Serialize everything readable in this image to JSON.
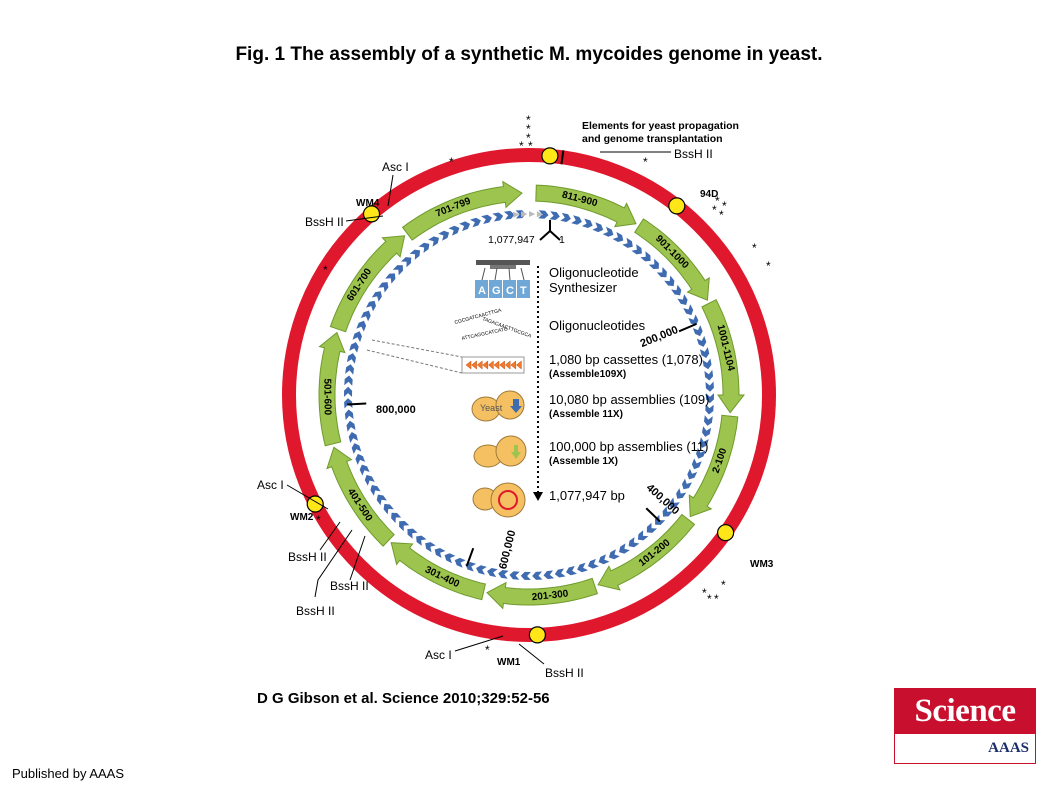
{
  "title": "Fig. 1 The assembly of a synthetic M. mycoides genome in yeast.",
  "citation": "D G Gibson et al. Science 2010;329:52-56",
  "published": "Published by AAAS",
  "logo": {
    "name": "Science",
    "publisher": "AAAS"
  },
  "colors": {
    "outer_ring": "#e0182d",
    "green_arrow": "#9cc44f",
    "blue_arrow": "#3f6bb1",
    "marker": "#ffe619",
    "yeast": "#f5c061"
  },
  "header_elements": {
    "line1": "Elements for yeast propagation",
    "line2": "and genome transplantation"
  },
  "sites": {
    "bssh_top": "BssH II",
    "asc_wm4": "Asc I",
    "bssh_wm4": "BssH II",
    "wm4": "WM4",
    "d94": "94D",
    "wm3": "WM3",
    "asc_wm2": "Asc I",
    "wm2": "WM2",
    "bssh_wm2a": "BssH II",
    "bssh_wm2b": "BssH II",
    "bssh_wm2c": "BssH II",
    "asc_wm1": "Asc I",
    "wm1": "WM1",
    "bssh_wm1": "BssH II"
  },
  "green_segments": [
    "811-900",
    "901-1000",
    "1001-1104",
    "2-100",
    "101-200",
    "201-300",
    "301-400",
    "401-500",
    "501-600",
    "601-700",
    "701-799"
  ],
  "coordinates": {
    "start_left": "1,077,947",
    "start_right": "1",
    "c200k": "200,000",
    "c400k": "400,000",
    "c600k": "600,000",
    "c800k": "800,000"
  },
  "steps": [
    {
      "text": "Oligonucleotide",
      "text2": "Synthesizer",
      "sub": ""
    },
    {
      "text": "Oligonucleotides",
      "text2": "",
      "sub": ""
    },
    {
      "text": "1,080 bp cassettes (1,078)",
      "text2": "",
      "sub": "(Assemble109X)"
    },
    {
      "text": "10,080 bp assemblies (109)",
      "text2": "",
      "sub": "(Assemble 11X)"
    },
    {
      "text": "100,000 bp assemblies (11)",
      "text2": "",
      "sub": "(Assemble 1X)"
    },
    {
      "text": "1,077,947 bp",
      "text2": "",
      "sub": ""
    }
  ],
  "synth_letters": [
    "A",
    "G",
    "C",
    "T"
  ],
  "yeast_label": "Yeast",
  "oligo_seqs": [
    "CGCGATCAACTTGA",
    "TAGACAACTTGCGCA",
    "ATTCAGGCATCATG"
  ]
}
